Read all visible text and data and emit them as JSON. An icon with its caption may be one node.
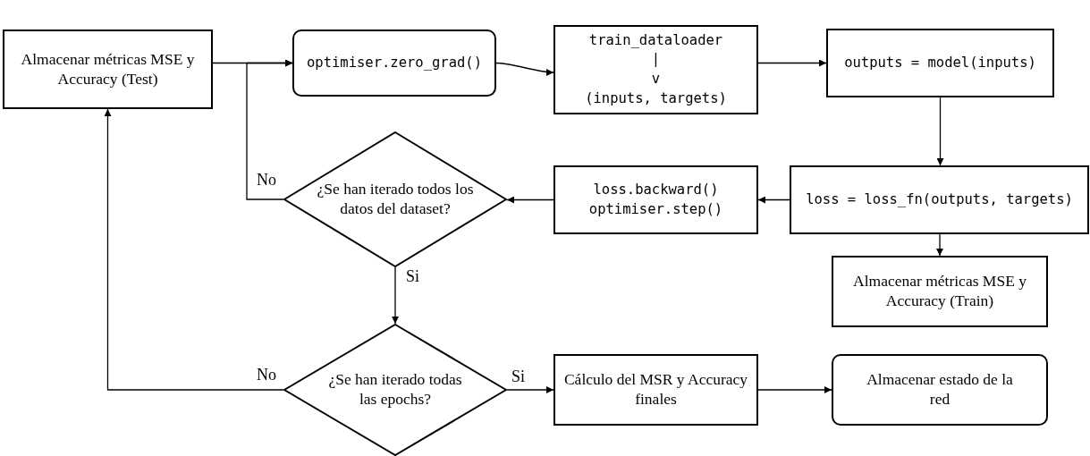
{
  "diagram": {
    "nodes": [
      {
        "text": [
          "Almacenar métricas MSE y Accuracy (Test)"
        ]
      },
      {
        "text": [
          "optimiser.zero_grad()"
        ]
      },
      {
        "text": [
          "train_dataloader",
          "|",
          "v",
          "(inputs, targets)"
        ]
      },
      {
        "text": [
          "outputs = model(inputs)"
        ]
      },
      {
        "text": [
          "loss = loss_fn(outputs, targets)"
        ]
      },
      {
        "text": [
          "loss.backward()",
          "optimiser.step()"
        ]
      },
      {
        "text": [
          "¿Se han iterado todos los datos del dataset?"
        ]
      },
      {
        "text": [
          "Almacenar métricas MSE y Accuracy (Train)"
        ]
      },
      {
        "text": [
          "¿Se han iterado todas las epochs?"
        ]
      },
      {
        "text": [
          "Cálculo del MSR y Accuracy finales"
        ]
      },
      {
        "text": [
          "Almacenar estado de la red"
        ]
      }
    ],
    "edges": [
      {
        "from": 0,
        "to": 1,
        "arrow": "to"
      },
      {
        "from": 1,
        "to": 2,
        "arrow": "to"
      },
      {
        "from": 2,
        "to": 3,
        "arrow": "to"
      },
      {
        "from": 3,
        "to": 4,
        "arrow": "to"
      },
      {
        "from": 4,
        "to": 5,
        "arrow": "to"
      },
      {
        "from": 5,
        "to": 6,
        "arrow": "to"
      },
      {
        "from": 4,
        "to": 7,
        "arrow": "to"
      },
      {
        "from": 6,
        "to": 1,
        "arrow": "to",
        "label": "No"
      },
      {
        "from": 6,
        "to": 8,
        "arrow": "to",
        "label": "Si"
      },
      {
        "from": 8,
        "to": 0,
        "arrow": "to",
        "label": "No"
      },
      {
        "from": 8,
        "to": 9,
        "arrow": "to",
        "label": "Si"
      },
      {
        "from": 9,
        "to": 10,
        "arrow": "to"
      }
    ]
  }
}
